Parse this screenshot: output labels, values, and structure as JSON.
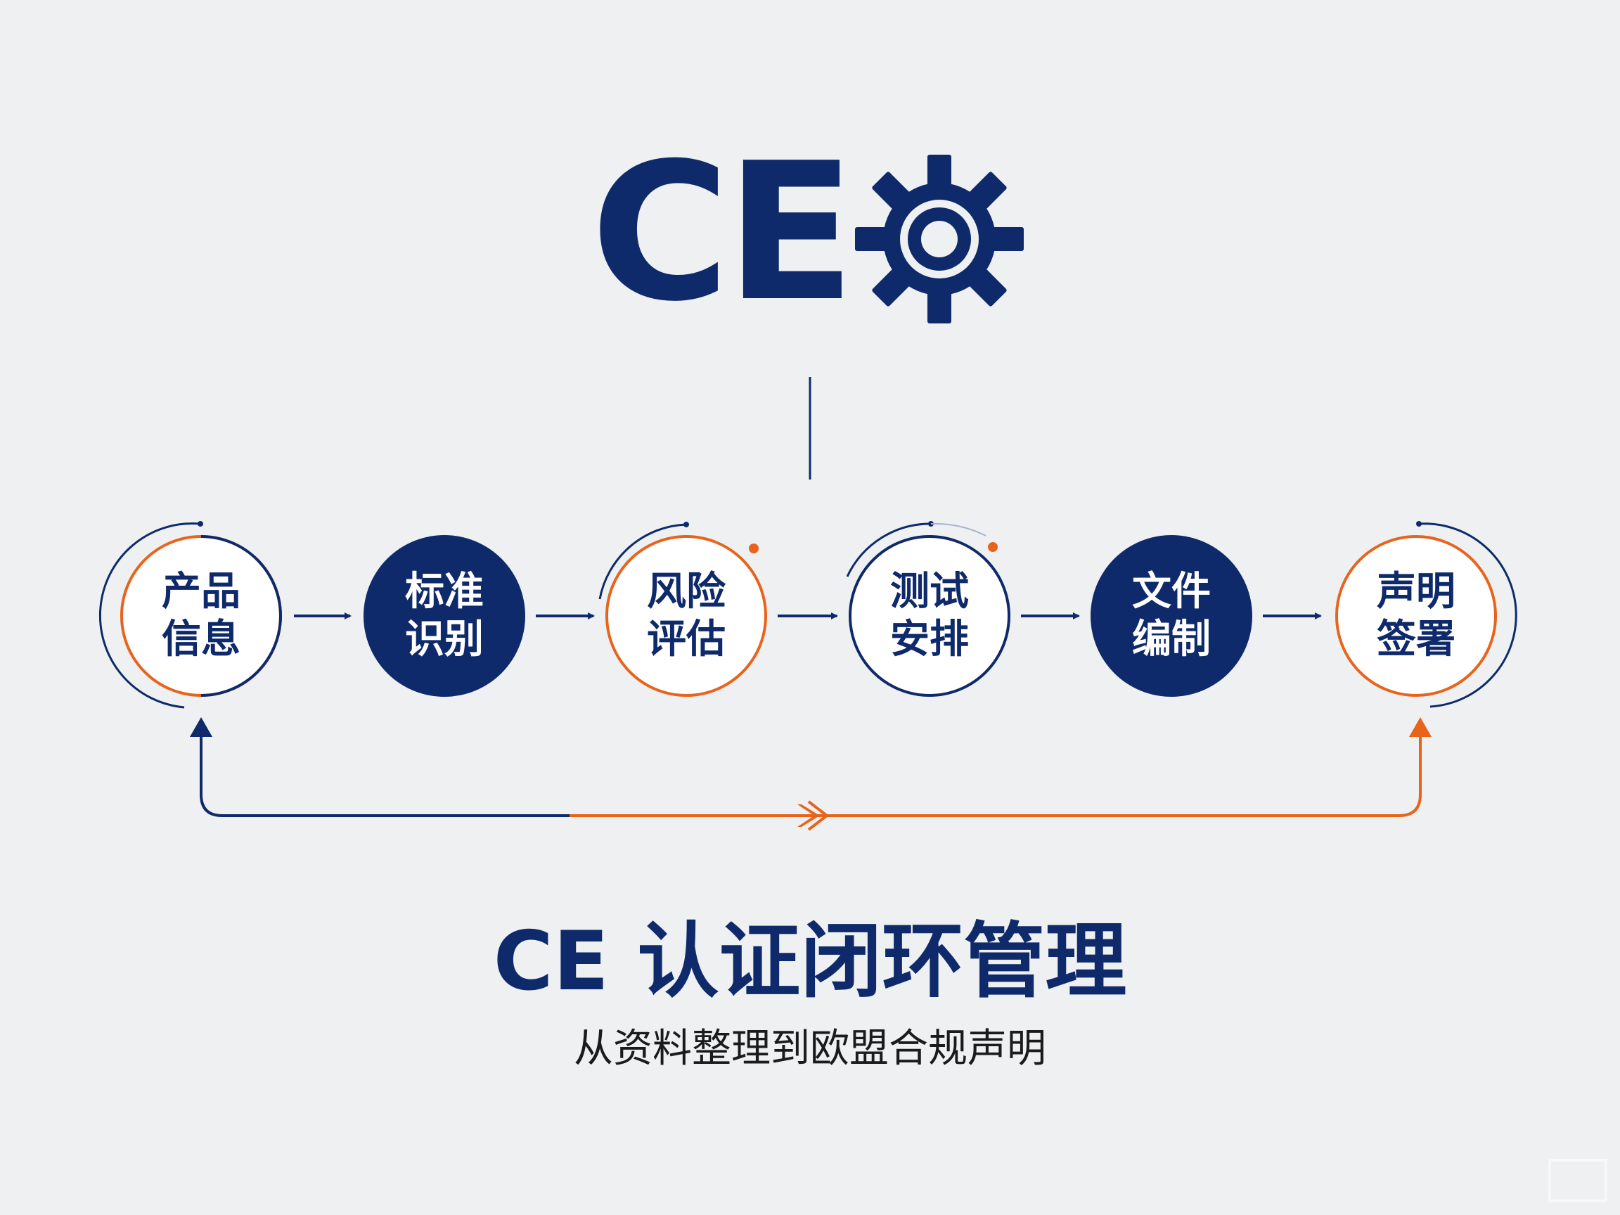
{
  "logo": {
    "text": "CE",
    "icon": "gear-icon"
  },
  "steps": [
    {
      "line1": "产品",
      "line2": "信息",
      "style": "outline-orange"
    },
    {
      "line1": "标准",
      "line2": "识别",
      "style": "filled-navy"
    },
    {
      "line1": "风险",
      "line2": "评估",
      "style": "outline-orange"
    },
    {
      "line1": "测试",
      "line2": "安排",
      "style": "outline-navy"
    },
    {
      "line1": "文件",
      "line2": "编制",
      "style": "filled-navy"
    },
    {
      "line1": "声明",
      "line2": "签署",
      "style": "outline-orange"
    }
  ],
  "title": "CE 认证闭环管理",
  "subtitle": "从资料整理到欧盟合规声明",
  "colors": {
    "navy": "#0f2a6b",
    "orange": "#e8641c",
    "background": "#eef0f2",
    "circle_fill": "#ffffff"
  }
}
